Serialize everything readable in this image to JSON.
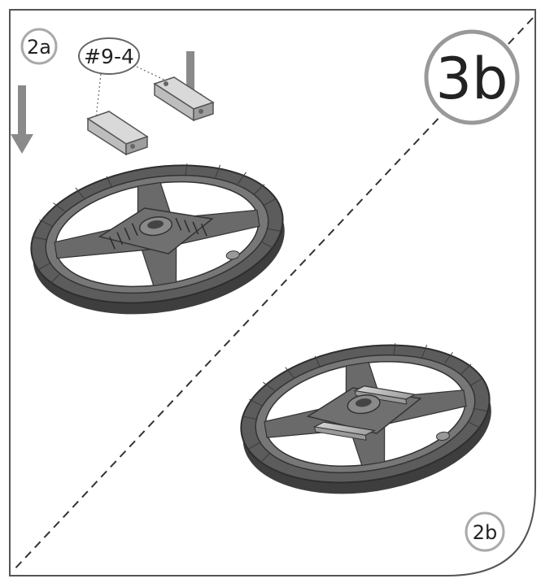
{
  "step": {
    "label": "3b"
  },
  "substeps": [
    {
      "id": "a",
      "label": "2a"
    },
    {
      "id": "b",
      "label": "2b"
    }
  ],
  "part": {
    "label": "#9-4"
  },
  "colors": {
    "frame": "#555555",
    "base_dark": "#4a4a4a",
    "base_mid": "#6e6e6e",
    "base_light": "#8c8c8c",
    "bracket": "#b9b9b9",
    "arrow": "#8a8a8a",
    "callout_ring": "#aaaaaa"
  }
}
